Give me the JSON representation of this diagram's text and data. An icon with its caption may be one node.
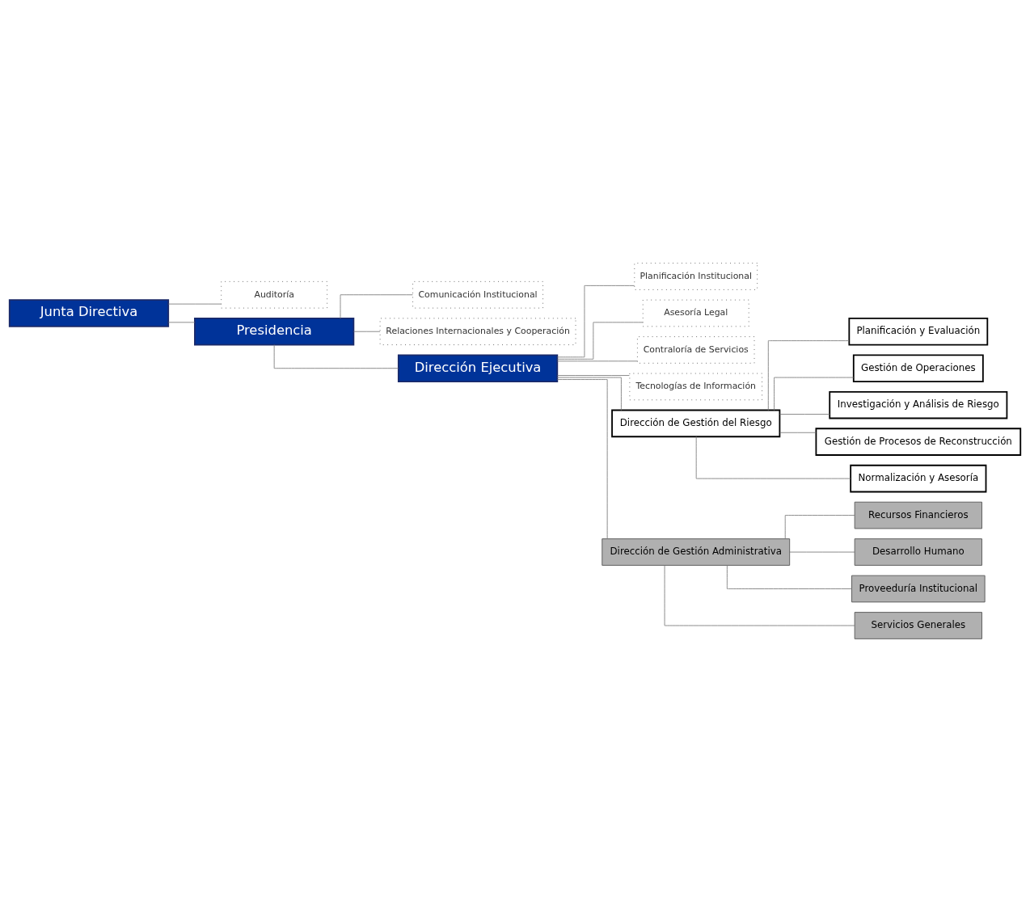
{
  "diagram": {
    "nodes": [
      {
        "text": [
          "Junta Directiva"
        ]
      },
      {
        "text": [
          "Auditoría"
        ]
      },
      {
        "text": [
          "Presidencia"
        ]
      },
      {
        "text": [
          "Comunicación Institucional"
        ]
      },
      {
        "text": [
          "Relaciones Internacionales y Cooperación"
        ]
      },
      {
        "text": [
          "Dirección Ejecutiva"
        ]
      },
      {
        "text": [
          "Planificación Institucional"
        ]
      },
      {
        "text": [
          "Asesoría Legal"
        ]
      },
      {
        "text": [
          "Contraloría de Servicios"
        ]
      },
      {
        "text": [
          "Tecnologías de Información"
        ]
      },
      {
        "text": [
          "Dirección de Gestión del Riesgo"
        ]
      },
      {
        "text": [
          "Dirección de Gestión Administrativa"
        ]
      },
      {
        "text": [
          "Planificación y Evaluación"
        ]
      },
      {
        "text": [
          "Gestión de Operaciones"
        ]
      },
      {
        "text": [
          "Investigación y Análisis de Riesgo"
        ]
      },
      {
        "text": [
          "Gestión de Procesos de Reconstrucción"
        ]
      },
      {
        "text": [
          "Normalización y Asesoría"
        ]
      },
      {
        "text": [
          "Recursos Financieros"
        ]
      },
      {
        "text": [
          "Desarrollo Humano"
        ]
      },
      {
        "text": [
          "Proveeduría Institucional"
        ]
      },
      {
        "text": [
          "Servicios Generales"
        ]
      }
    ],
    "edges": [
      {
        "from": 0,
        "to": 2,
        "arrow": "none"
      },
      {
        "from": 0,
        "to": 1,
        "arrow": "none"
      },
      {
        "from": 2,
        "to": 5,
        "arrow": "none"
      },
      {
        "from": 2,
        "to": 3,
        "arrow": "none"
      },
      {
        "from": 2,
        "to": 4,
        "arrow": "none"
      },
      {
        "from": 5,
        "to": 6,
        "arrow": "none"
      },
      {
        "from": 5,
        "to": 7,
        "arrow": "none"
      },
      {
        "from": 5,
        "to": 8,
        "arrow": "none"
      },
      {
        "from": 5,
        "to": 9,
        "arrow": "none"
      },
      {
        "from": 5,
        "to": 10,
        "arrow": "none"
      },
      {
        "from": 5,
        "to": 11,
        "arrow": "none"
      },
      {
        "from": 10,
        "to": 12,
        "arrow": "none"
      },
      {
        "from": 10,
        "to": 14,
        "arrow": "none"
      },
      {
        "from": 10,
        "to": 16,
        "arrow": "none"
      },
      {
        "from": 10,
        "to": 13,
        "arrow": "none"
      },
      {
        "from": 10,
        "to": 15,
        "arrow": "none"
      },
      {
        "from": 11,
        "to": 17,
        "arrow": "none"
      },
      {
        "from": 11,
        "to": 18,
        "arrow": "none"
      },
      {
        "from": 11,
        "to": 19,
        "arrow": "none"
      },
      {
        "from": 11,
        "to": 20,
        "arrow": "none"
      }
    ]
  }
}
